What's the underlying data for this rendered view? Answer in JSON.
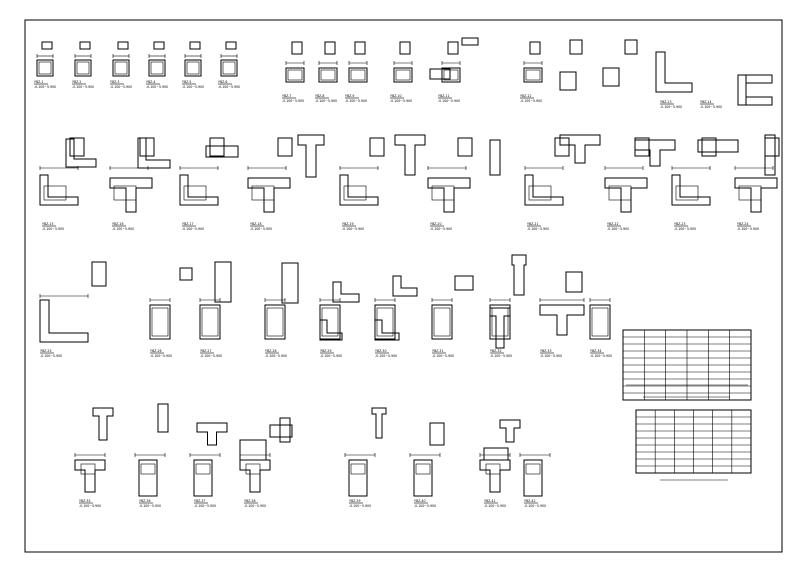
{
  "sheet": {
    "frame_color": "#000000",
    "background": "#ffffff",
    "row1_labels": [
      "YBZ-1",
      "YBZ-2",
      "YBZ-3",
      "YBZ-4",
      "YBZ-5",
      "YBZ-6",
      "YBZ-7",
      "YBZ-8",
      "YBZ-9",
      "YBZ-10",
      "YBZ-11",
      "YBZ-12",
      "YBZ-13",
      "YBZ-14"
    ],
    "row2_labels": [
      "YBZ-15",
      "YBZ-16",
      "YBZ-17",
      "YBZ-18",
      "YBZ-19",
      "YBZ-20",
      "YBZ-21",
      "YBZ-22",
      "YBZ-23",
      "YBZ-24"
    ],
    "row3_labels": [
      "YBZ-25",
      "YBZ-26",
      "YBZ-27",
      "YBZ-28",
      "YBZ-29",
      "YBZ-30",
      "YBZ-31",
      "YBZ-32",
      "YBZ-33",
      "YBZ-34"
    ],
    "row4_labels": [
      "YBZ-35",
      "YBZ-36",
      "YBZ-37",
      "YBZ-38",
      "YBZ-39",
      "YBZ-40",
      "YBZ-41",
      "YBZ-42"
    ],
    "elevation_note": "-0.100~5.900",
    "table1": {
      "headers": [
        "",
        "",
        "",
        "",
        "",
        ""
      ],
      "rows": 9,
      "caption": ""
    },
    "table2": {
      "headers": [
        "",
        "",
        "",
        "",
        "",
        ""
      ],
      "rows": 9,
      "caption": ""
    }
  }
}
